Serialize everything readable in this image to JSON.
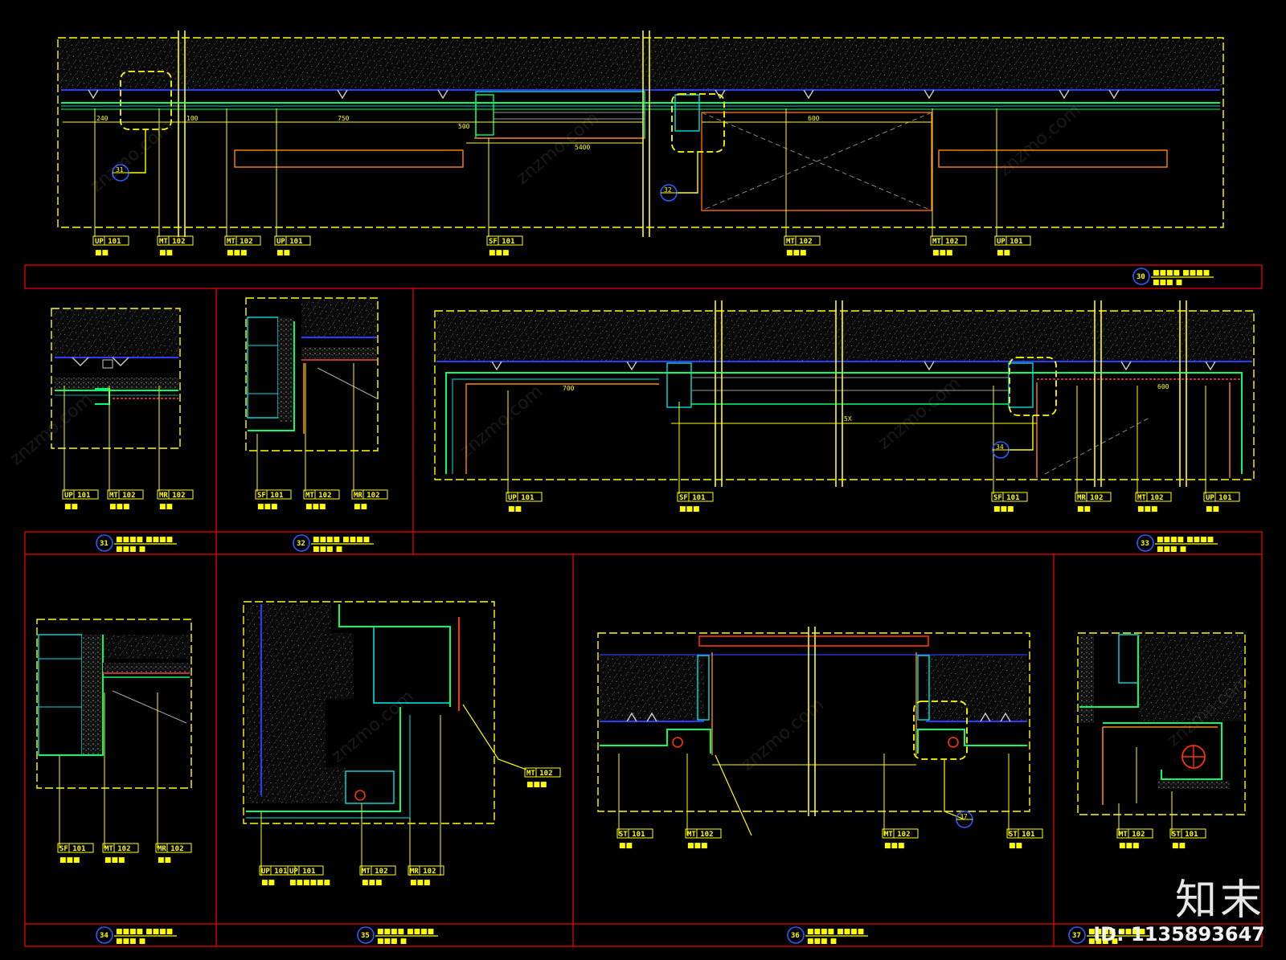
{
  "drawing": {
    "title_blocks": [
      {
        "id": "30",
        "name": "■■■■ ■■■■",
        "scale": "■■■ ■"
      },
      {
        "id": "31",
        "name": "■■■■ ■■■■",
        "scale": "■■■ ■"
      },
      {
        "id": "32",
        "name": "■■■■ ■■■■",
        "scale": "■■■ ■"
      },
      {
        "id": "33",
        "name": "■■■■ ■■■■",
        "scale": "■■■ ■"
      },
      {
        "id": "34",
        "name": "■■■■ ■■■■",
        "scale": "■■■ ■"
      },
      {
        "id": "35",
        "name": "■■■■ ■■■■",
        "scale": "■■■ ■"
      },
      {
        "id": "36",
        "name": "■■■■ ■■■■",
        "scale": "■■■ ■"
      },
      {
        "id": "37",
        "name": "■■■■ ■■■■",
        "scale": "■■■ ■"
      }
    ],
    "material_tags": {
      "s1": [
        {
          "code": "UP 101",
          "caption": "■■"
        },
        {
          "code": "MT 102",
          "caption": "■■"
        },
        {
          "code": "MT 102",
          "caption": "■■■"
        },
        {
          "code": "UP 101",
          "caption": "■■"
        },
        {
          "code": "SF 101",
          "caption": "■■■"
        },
        {
          "code": "MT 102",
          "caption": "■■■"
        },
        {
          "code": "MT 102",
          "caption": "■■■"
        },
        {
          "code": "UP 101",
          "caption": "■■"
        }
      ],
      "s31": [
        {
          "code": "UP 101",
          "caption": "■■"
        },
        {
          "code": "MT 102",
          "caption": "■■■"
        },
        {
          "code": "MR 102",
          "caption": "■■"
        }
      ],
      "s32": [
        {
          "code": "SF 101",
          "caption": "■■■"
        },
        {
          "code": "MT 102",
          "caption": "■■■"
        },
        {
          "code": "MR 102",
          "caption": "■■"
        }
      ],
      "s33": [
        {
          "code": "UP 101",
          "caption": "■■"
        },
        {
          "code": "SF 101",
          "caption": "■■■"
        },
        {
          "code": "SF 101",
          "caption": "■■■"
        },
        {
          "code": "MR 102",
          "caption": "■■"
        },
        {
          "code": "MT 102",
          "caption": "■■■"
        },
        {
          "code": "UP 101",
          "caption": "■■"
        }
      ],
      "s34": [
        {
          "code": "SF 101",
          "caption": "■■■"
        },
        {
          "code": "MT 102",
          "caption": "■■■"
        },
        {
          "code": "MR 102",
          "caption": "■■"
        }
      ],
      "s35": [
        {
          "code": "UP 101",
          "caption": "■■"
        },
        {
          "code": "UP 101",
          "caption": "■■■■■■"
        },
        {
          "code": "MT 102",
          "caption": "■■■"
        },
        {
          "code": "MR 102",
          "caption": "■■■"
        },
        {
          "code": "MT 102",
          "caption": "■■■"
        }
      ],
      "s36": [
        {
          "code": "ST 101",
          "caption": "■■"
        },
        {
          "code": "MT 102",
          "caption": "■■■"
        },
        {
          "code": "MT 102",
          "caption": "■■■"
        },
        {
          "code": "ST 101",
          "caption": "■■"
        }
      ],
      "s37": [
        {
          "code": "MT 102",
          "caption": "■■■"
        },
        {
          "code": "ST 101",
          "caption": "■■"
        }
      ]
    },
    "section_callouts": [
      "31",
      "32",
      "34",
      "37"
    ],
    "dimensions": [
      "240",
      "100",
      "750",
      "500",
      "5400",
      "600",
      "700",
      "600",
      "5X"
    ]
  },
  "watermark": {
    "text": "znzmo.com",
    "brand": "知末",
    "id_label": "ID: 1135893647"
  }
}
